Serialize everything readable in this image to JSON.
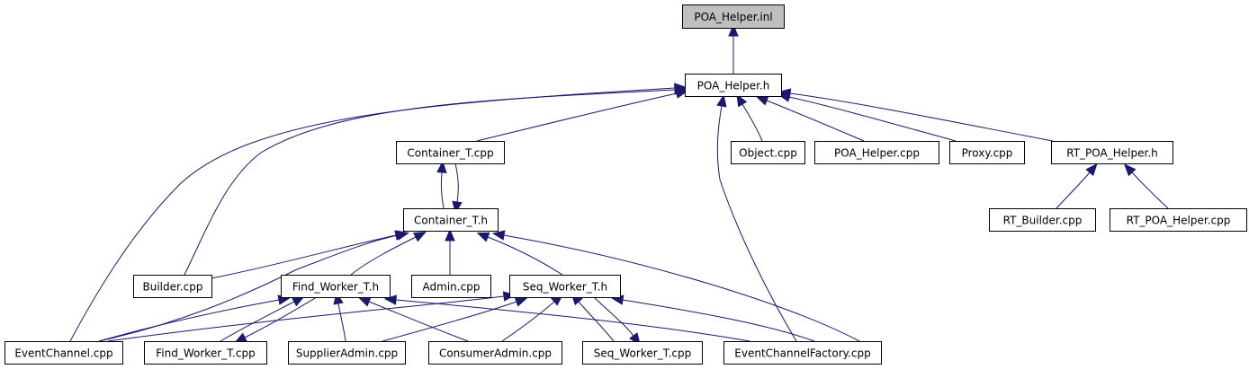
{
  "diagram": {
    "type": "include-dependency-graph",
    "colors": {
      "root_fill": "#bfbfbf",
      "node_fill": "#ffffff",
      "node_border": "#000000",
      "edge": "#191970"
    },
    "nodes": [
      {
        "id": "poa_helper_inl",
        "label": "POA_Helper.inl",
        "root": true
      },
      {
        "id": "poa_helper_h",
        "label": "POA_Helper.h"
      },
      {
        "id": "container_t_cpp",
        "label": "Container_T.cpp"
      },
      {
        "id": "object_cpp",
        "label": "Object.cpp"
      },
      {
        "id": "poa_helper_cpp",
        "label": "POA_Helper.cpp"
      },
      {
        "id": "proxy_cpp",
        "label": "Proxy.cpp"
      },
      {
        "id": "rt_poa_helper_h",
        "label": "RT_POA_Helper.h"
      },
      {
        "id": "container_t_h",
        "label": "Container_T.h"
      },
      {
        "id": "rt_builder_cpp",
        "label": "RT_Builder.cpp"
      },
      {
        "id": "rt_poa_helper_cpp",
        "label": "RT_POA_Helper.cpp"
      },
      {
        "id": "builder_cpp",
        "label": "Builder.cpp"
      },
      {
        "id": "find_worker_t_h",
        "label": "Find_Worker_T.h"
      },
      {
        "id": "admin_cpp",
        "label": "Admin.cpp"
      },
      {
        "id": "seq_worker_t_h",
        "label": "Seq_Worker_T.h"
      },
      {
        "id": "eventchannel_cpp",
        "label": "EventChannel.cpp"
      },
      {
        "id": "find_worker_t_cpp",
        "label": "Find_Worker_T.cpp"
      },
      {
        "id": "supplieradmin_cpp",
        "label": "SupplierAdmin.cpp"
      },
      {
        "id": "consumeradmin_cpp",
        "label": "ConsumerAdmin.cpp"
      },
      {
        "id": "seq_worker_t_cpp",
        "label": "Seq_Worker_T.cpp"
      },
      {
        "id": "eventchannelfactory_cpp",
        "label": "EventChannelFactory.cpp"
      }
    ],
    "edges": [
      {
        "from": "poa_helper_h",
        "to": "poa_helper_inl"
      },
      {
        "from": "eventchannel_cpp",
        "to": "poa_helper_h"
      },
      {
        "from": "builder_cpp",
        "to": "poa_helper_h"
      },
      {
        "from": "container_t_cpp",
        "to": "poa_helper_h"
      },
      {
        "from": "eventchannelfactory_cpp",
        "to": "poa_helper_h"
      },
      {
        "from": "object_cpp",
        "to": "poa_helper_h"
      },
      {
        "from": "poa_helper_cpp",
        "to": "poa_helper_h"
      },
      {
        "from": "proxy_cpp",
        "to": "poa_helper_h"
      },
      {
        "from": "rt_poa_helper_h",
        "to": "poa_helper_h"
      },
      {
        "from": "container_t_h",
        "to": "container_t_cpp"
      },
      {
        "from": "container_t_cpp",
        "to": "container_t_h"
      },
      {
        "from": "rt_builder_cpp",
        "to": "rt_poa_helper_h"
      },
      {
        "from": "rt_poa_helper_cpp",
        "to": "rt_poa_helper_h"
      },
      {
        "from": "builder_cpp",
        "to": "container_t_h"
      },
      {
        "from": "eventchannel_cpp",
        "to": "container_t_h"
      },
      {
        "from": "find_worker_t_h",
        "to": "container_t_h"
      },
      {
        "from": "admin_cpp",
        "to": "container_t_h"
      },
      {
        "from": "seq_worker_t_h",
        "to": "container_t_h"
      },
      {
        "from": "eventchannelfactory_cpp",
        "to": "container_t_h"
      },
      {
        "from": "eventchannel_cpp",
        "to": "find_worker_t_h"
      },
      {
        "from": "find_worker_t_cpp",
        "to": "find_worker_t_h"
      },
      {
        "from": "find_worker_t_h",
        "to": "find_worker_t_cpp"
      },
      {
        "from": "supplieradmin_cpp",
        "to": "find_worker_t_h"
      },
      {
        "from": "consumeradmin_cpp",
        "to": "find_worker_t_h"
      },
      {
        "from": "eventchannelfactory_cpp",
        "to": "find_worker_t_h"
      },
      {
        "from": "eventchannel_cpp",
        "to": "seq_worker_t_h"
      },
      {
        "from": "supplieradmin_cpp",
        "to": "seq_worker_t_h"
      },
      {
        "from": "consumeradmin_cpp",
        "to": "seq_worker_t_h"
      },
      {
        "from": "seq_worker_t_cpp",
        "to": "seq_worker_t_h"
      },
      {
        "from": "seq_worker_t_h",
        "to": "seq_worker_t_cpp"
      },
      {
        "from": "eventchannelfactory_cpp",
        "to": "seq_worker_t_h"
      }
    ]
  }
}
